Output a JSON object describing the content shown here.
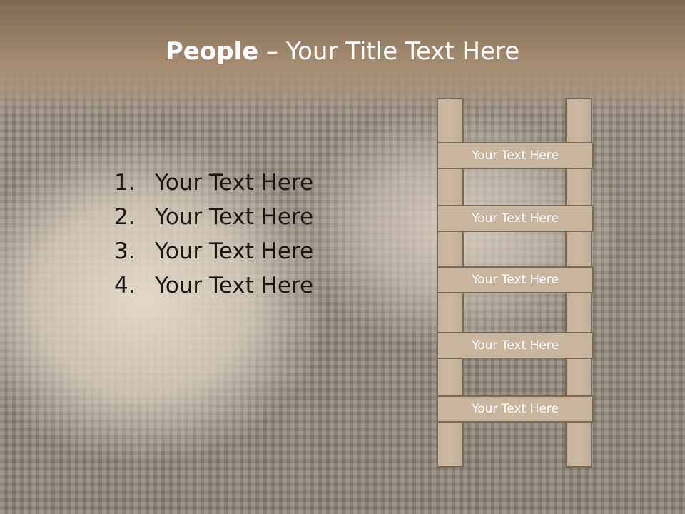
{
  "title": {
    "bold": "People",
    "rest": " – Your Title Text Here"
  },
  "list": [
    {
      "num": "1.",
      "text": "Your Text Here"
    },
    {
      "num": "2.",
      "text": "Your Text Here"
    },
    {
      "num": "3.",
      "text": "Your Text Here"
    },
    {
      "num": "4.",
      "text": "Your Text Here"
    }
  ],
  "ladder": [
    "Your Text Here",
    "Your Text Here",
    "Your Text Here",
    "Your Text Here",
    "Your Text Here"
  ],
  "colors": {
    "header": "#a38b71",
    "ladder_fill": "#c7b59f",
    "ladder_border": "#7a6a58",
    "title_text": "#ffffff",
    "body_text": "#1c1712"
  }
}
